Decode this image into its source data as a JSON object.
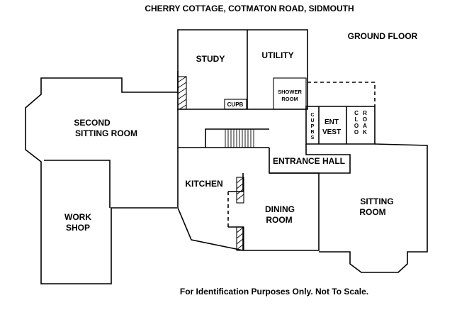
{
  "title": "CHERRY COTTAGE, COTMATON ROAD, SIDMOUTH",
  "floor_label": "GROUND FLOOR",
  "footer": "For Identification Purposes Only. Not To Scale.",
  "rooms": {
    "study": "STUDY",
    "utility": "UTILITY",
    "shower_1": "SHOWER",
    "shower_2": "ROOM",
    "cupb": "CUPB",
    "second_1": "SECOND",
    "second_2": "SITTING ROOM",
    "work_1": "WORK",
    "work_2": "SHOP",
    "ent_1": "ENT",
    "ent_2": "VEST",
    "cupbs": [
      "C",
      "U",
      "P",
      "B",
      "S"
    ],
    "cloak_1": [
      "C",
      "L",
      "O",
      "O"
    ],
    "cloak_2": [
      "R",
      "O",
      "A",
      "K"
    ],
    "entrance_hall": "ENTRANCE HALL",
    "kitchen": "KITCHEN",
    "dining_1": "DINING",
    "dining_2": "ROOM",
    "sitting_1": "SITTING",
    "sitting_2": "ROOM"
  }
}
